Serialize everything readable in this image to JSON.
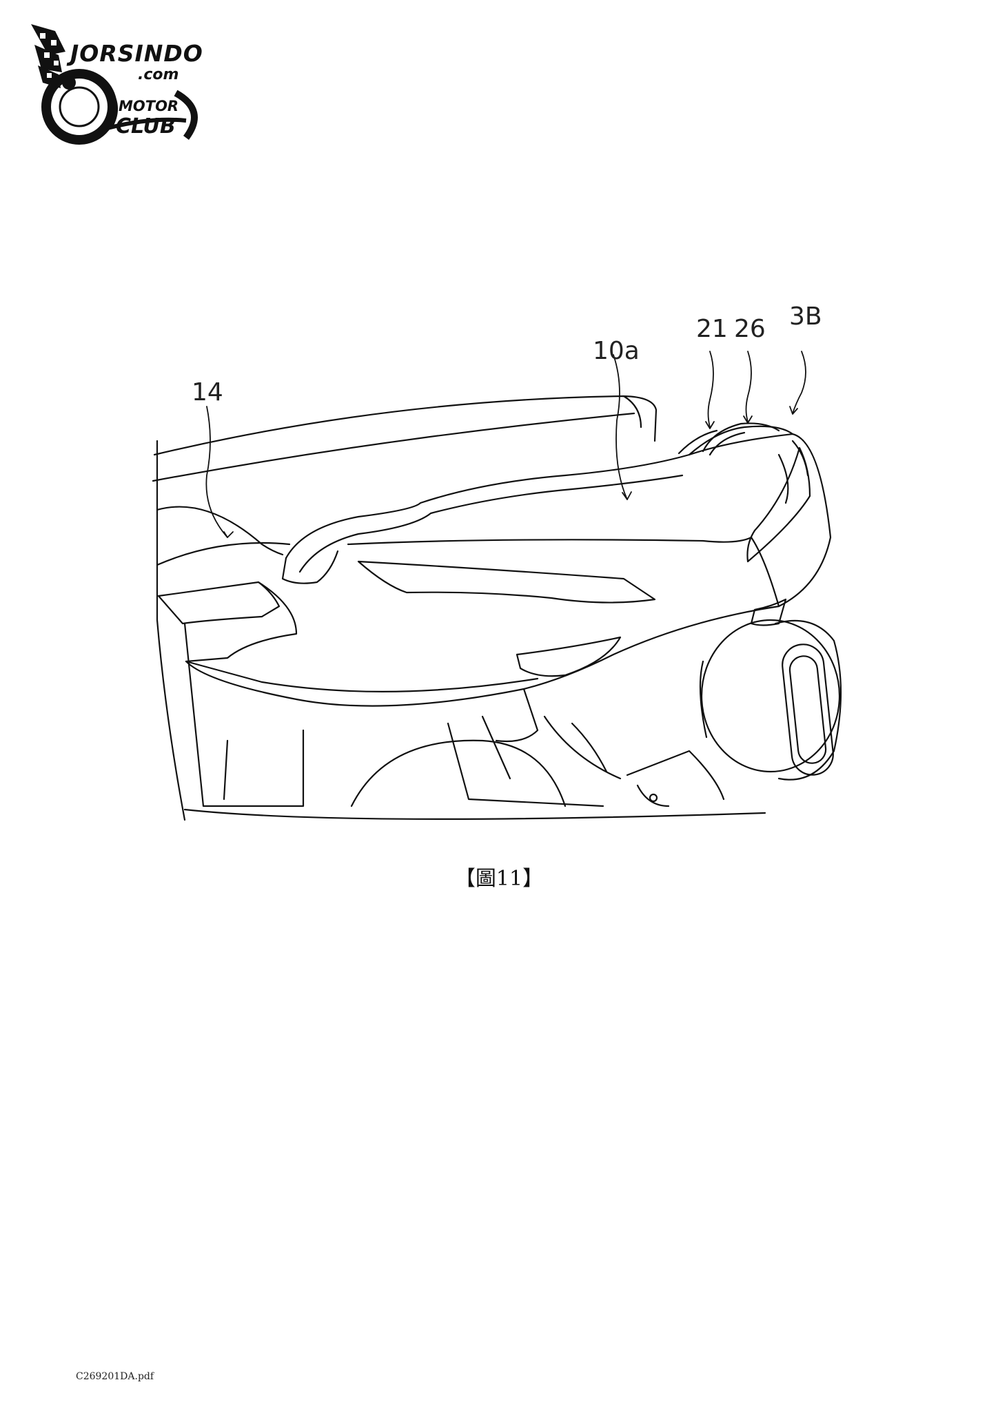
{
  "logo": {
    "brand": "JORSINDO",
    "domain": ".com",
    "motor": "MOTOR",
    "club": "CLUB"
  },
  "figure": {
    "labels": {
      "ref_14": "14",
      "ref_10a": "10a",
      "ref_21": "21",
      "ref_26": "26",
      "ref_3B": "3B"
    },
    "caption": "【圖11】"
  },
  "footer": {
    "filename": "C269201DA.pdf"
  }
}
